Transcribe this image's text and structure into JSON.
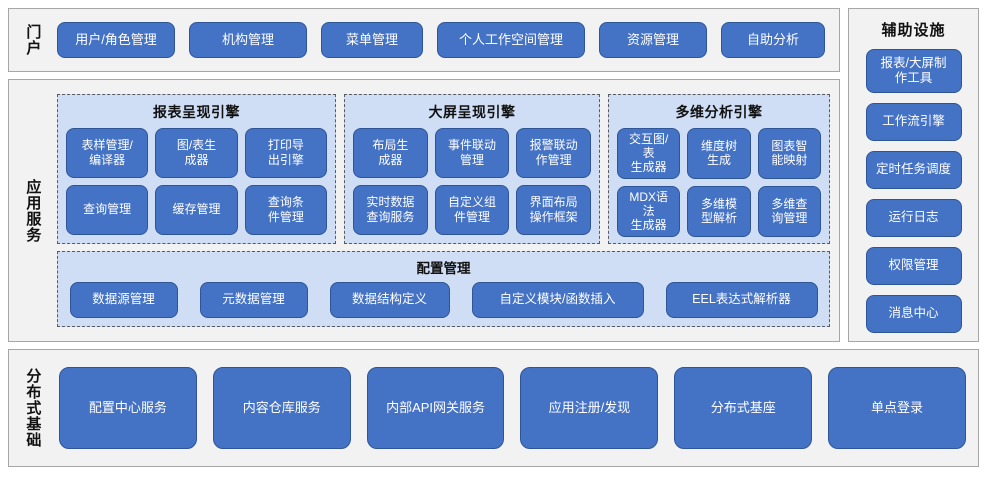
{
  "portal": {
    "label": "门户",
    "buttons": [
      "用户/角色管理",
      "机构管理",
      "菜单管理",
      "个人工作空间管理",
      "资源管理",
      "自助分析"
    ]
  },
  "application": {
    "label": "应用服务",
    "engines": [
      {
        "title": "报表呈现引擎",
        "items": [
          "表样管理/\n编译器",
          "图/表生\n成器",
          "打印导\n出引擎",
          "查询管理",
          "缓存管理",
          "查询条\n件管理"
        ]
      },
      {
        "title": "大屏呈现引擎",
        "items": [
          "布局生\n成器",
          "事件联动\n管理",
          "报警联动\n作管理",
          "实时数据\n查询服务",
          "自定义组\n件管理",
          "界面布局\n操作框架"
        ]
      },
      {
        "title": "多维分析引擎",
        "items": [
          "交互图/表\n生成器",
          "维度树\n生成",
          "图表智\n能映射",
          "MDX语法\n生成器",
          "多维模\n型解析",
          "多维查\n询管理"
        ]
      }
    ],
    "config": {
      "title": "配置管理",
      "items": [
        "数据源管理",
        "元数据管理",
        "数据结构定义",
        "自定义模块/函数插入",
        "EEL表达式解析器"
      ]
    }
  },
  "auxiliary": {
    "title": "辅助设施",
    "items": [
      "报表/大屏制\n作工具",
      "工作流引擎",
      "定时任务调度",
      "运行日志",
      "权限管理",
      "消息中心"
    ]
  },
  "base": {
    "label": "分布式基础",
    "buttons": [
      "配置中心服务",
      "内容仓库服务",
      "内部API网关服务",
      "应用注册/发现",
      "分布式基座",
      "单点登录"
    ]
  },
  "colors": {
    "button_fill": "#4472c4",
    "button_border": "#2f5597",
    "panel_fill": "#cfdef5",
    "panel_border": "#59595e",
    "section_fill": "#f2f2f2",
    "section_border": "#a6a6a6",
    "text_on_button": "#ffffff",
    "text_dark": "#111111"
  }
}
